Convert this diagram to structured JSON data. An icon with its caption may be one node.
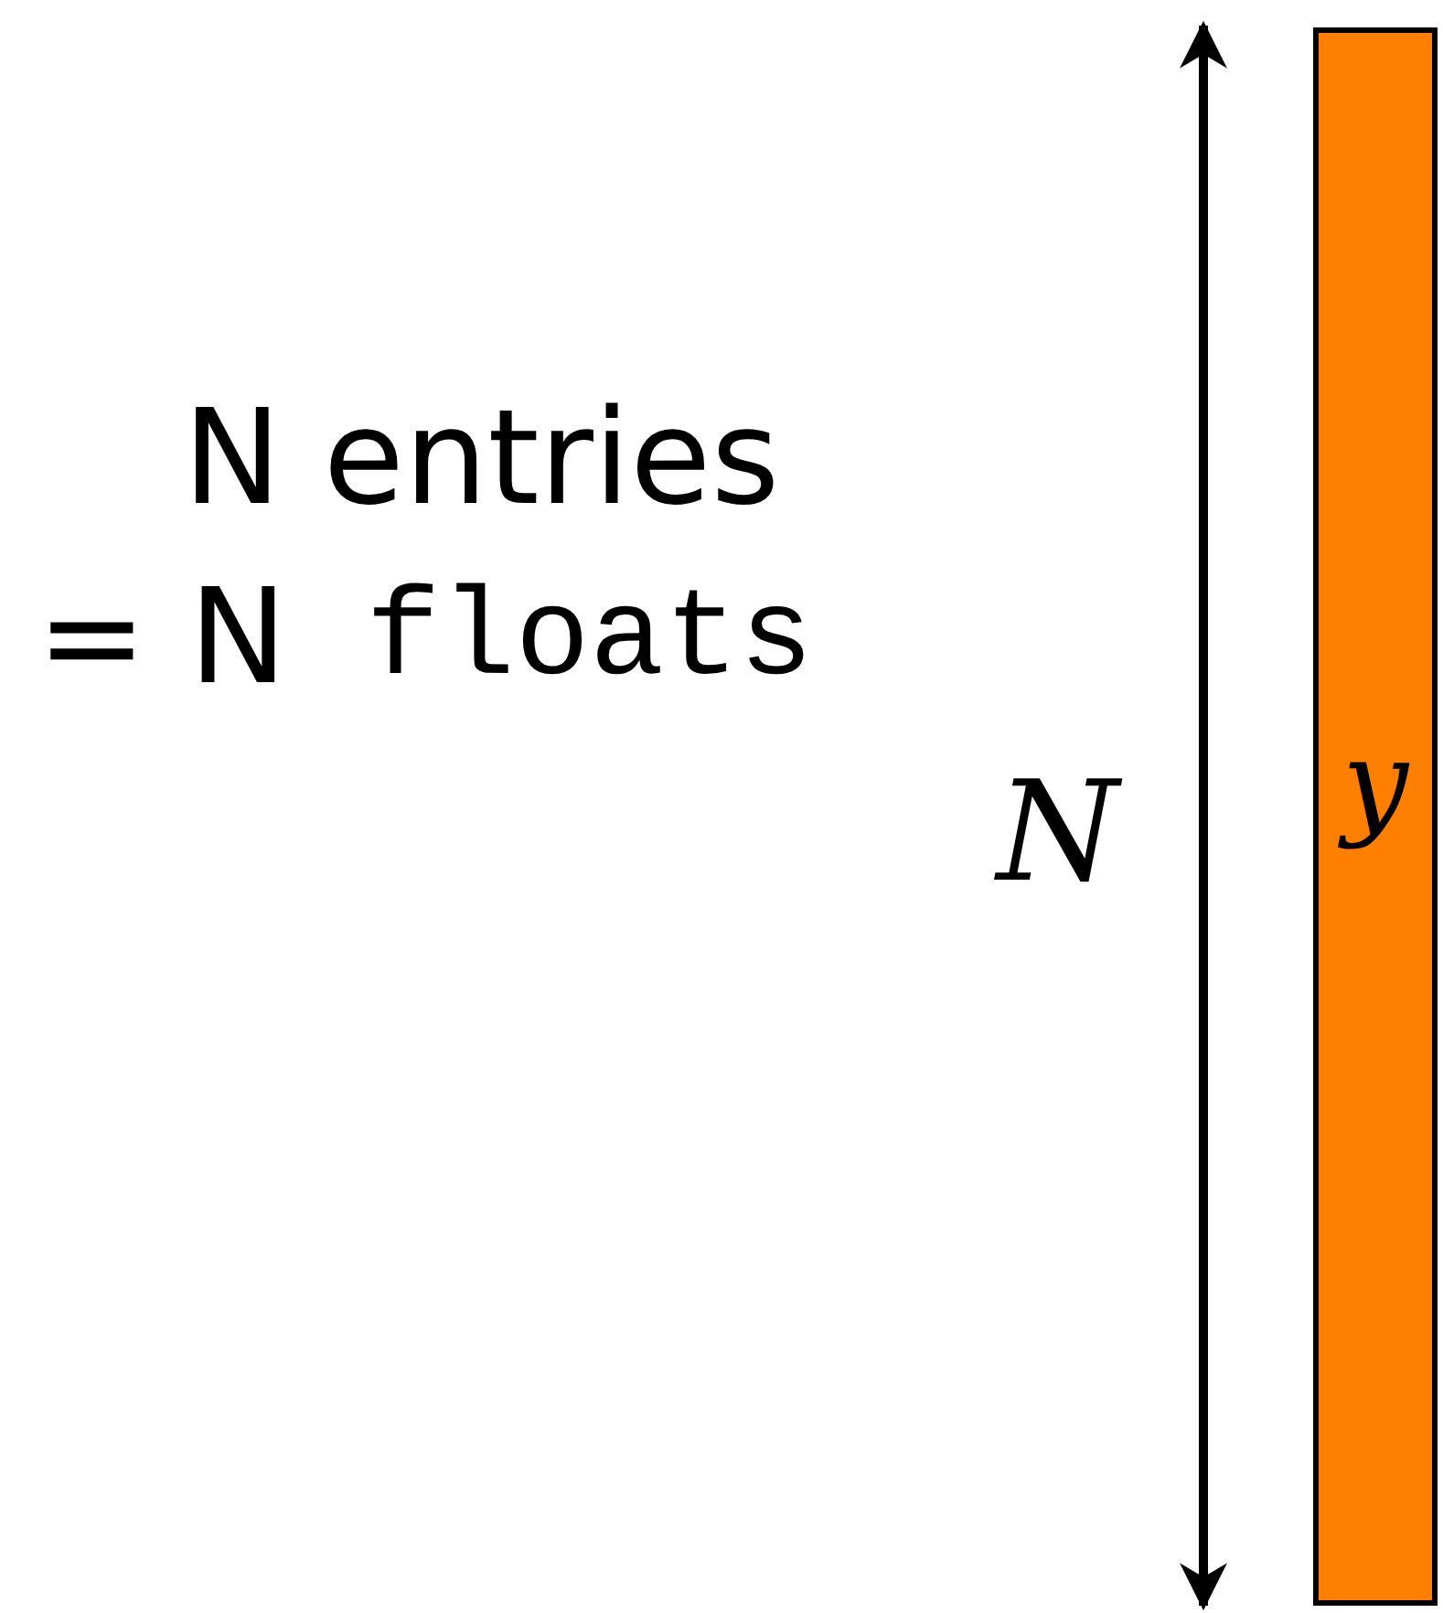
{
  "diagram": {
    "nodes": [
      {
        "text": [
          "y"
        ]
      }
    ],
    "labels": [
      "N entries",
      "= N",
      "floats",
      "N"
    ]
  }
}
